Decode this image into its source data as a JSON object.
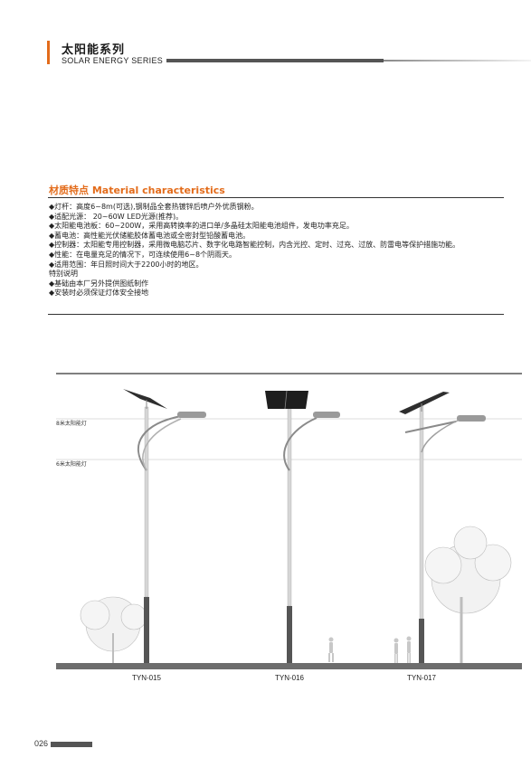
{
  "header": {
    "title": "太阳能系列",
    "subtitle": "SOLAR ENERGY SERIES"
  },
  "section": {
    "title": "材质特点   Material characteristics"
  },
  "features": [
    "◆灯杆：高度6~8m(可选),钢制品全套热镀锌后喷户外优质钢粉。",
    "◆适配光源：  20~60W LED光源(推荐)。",
    "◆太阳能电池板：60~200W，采用高转换率的进口单/多晶硅太阳能电池组件，发电功率充足。",
    "◆蓄电池：高性能光伏储能胶体蓄电池或全密封型铅酸蓄电池。",
    "◆控制器：太阳能专用控制器，采用微电脑芯片、数字化电路智能控制，内含光控、定时、过充、过放、防雷电等保护措施功能。",
    "◆性能：在电量充足的情况下，可连续使用6~8个阴雨天。",
    "◆适用范围：年日照时间大于2200小时的地区。",
    "特别说明",
    "◆基础由本厂另外提供图纸制作",
    "◆安装时必须保证灯体安全接地"
  ],
  "illustration": {
    "height_labels": [
      "8米太阳能灯",
      "6米太阳能灯"
    ],
    "models": [
      "TYN-015",
      "TYN-016",
      "TYN-017"
    ]
  },
  "footer": {
    "page_number": "026"
  }
}
